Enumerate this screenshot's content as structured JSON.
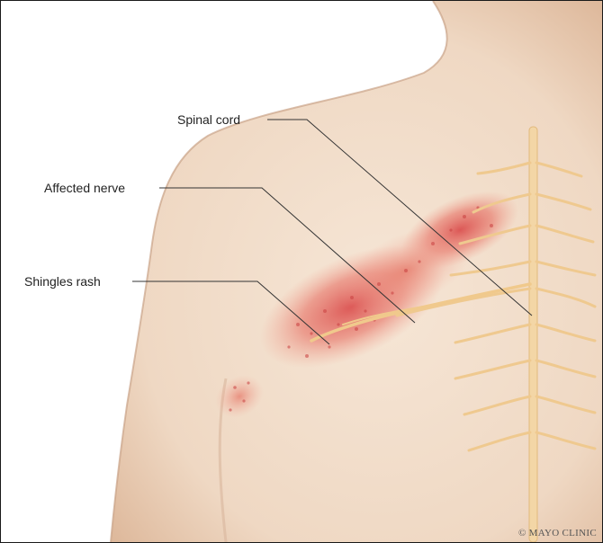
{
  "labels": {
    "spinal_cord": "Spinal cord",
    "affected_nerve": "Affected nerve",
    "shingles_rash": "Shingles rash"
  },
  "credit": "© MAYO CLINIC",
  "colors": {
    "skin": "#f1dcc9",
    "skin_shadow": "#d9b9a0",
    "spine": "#f3d6a6",
    "nerve": "#efc98f",
    "rash": "#e06060",
    "rash_dark": "#c73a3a",
    "leader_line": "#333333"
  }
}
